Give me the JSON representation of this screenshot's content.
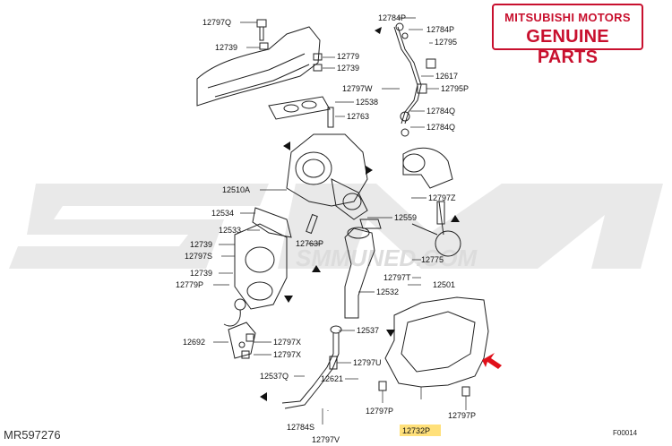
{
  "brand": {
    "line1": "MITSUBISHI MOTORS",
    "line2": "GENUINE PARTS",
    "color": "#c8102e"
  },
  "watermark": {
    "text": "SMMUNED.COM",
    "color": "#e7e7e7"
  },
  "reference_number": "MR597276",
  "figure_id": "F00014",
  "highlight_color": "#ffe07a",
  "arrow_color": "#e0101a",
  "part_labels": {
    "p12797q": "12797Q",
    "p12739a": "12739",
    "p12779": "12779",
    "p12739b": "12739",
    "p12784p_a": "12784P",
    "p12784p_b": "12784P",
    "p12795": "12795",
    "p12617": "12617",
    "p12797w": "12797W",
    "p12795p": "12795P",
    "p12538": "12538",
    "p12784q_a": "12784Q",
    "p12763": "12763",
    "p12784q_b": "12784Q",
    "p12510a": "12510A",
    "p12797z": "12797Z",
    "p12534": "12534",
    "p12559": "12559",
    "p12533": "12533",
    "p12763p": "12763P",
    "p12739c": "12739",
    "p12797s": "12797S",
    "p12775": "12775",
    "p12739d": "12739",
    "p12797t": "12797T",
    "p12779p": "12779P",
    "p12532": "12532",
    "p12501": "12501",
    "p12537": "12537",
    "p12692": "12692",
    "p12797x_a": "12797X",
    "p12797x_b": "12797X",
    "p12797u": "12797U",
    "p12537q": "12537Q",
    "p12621": "12621",
    "p12797p_a": "12797P",
    "p12797p_b": "12797P",
    "p12732p": "12732P",
    "p12784s": "12784S",
    "p12797v": "12797V"
  }
}
